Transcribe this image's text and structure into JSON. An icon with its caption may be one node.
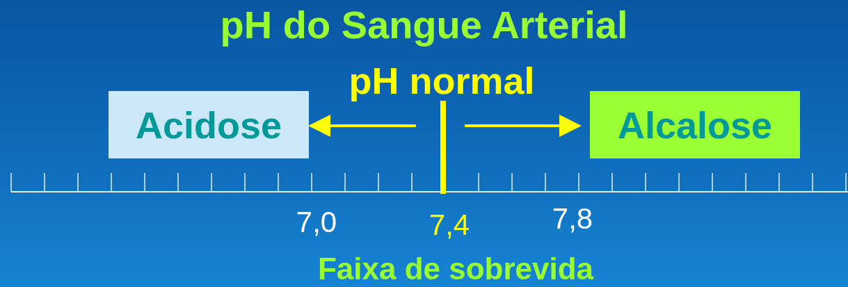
{
  "diagram": {
    "title": "pH do Sangue Arterial",
    "nodes": [
      {
        "text": [],
        "shape": "bar",
        "beside": [
          "pH normal"
        ]
      },
      {
        "text": [
          "Acidose"
        ]
      },
      {
        "text": [
          "Alcalose"
        ]
      }
    ],
    "edges": [
      {
        "from": 0,
        "to": 1,
        "arrow": "to"
      },
      {
        "from": 0,
        "to": 2,
        "arrow": "to"
      }
    ],
    "labels": [
      "7,0",
      "7,4",
      "7,8",
      "Faixa de sobrevida"
    ]
  }
}
